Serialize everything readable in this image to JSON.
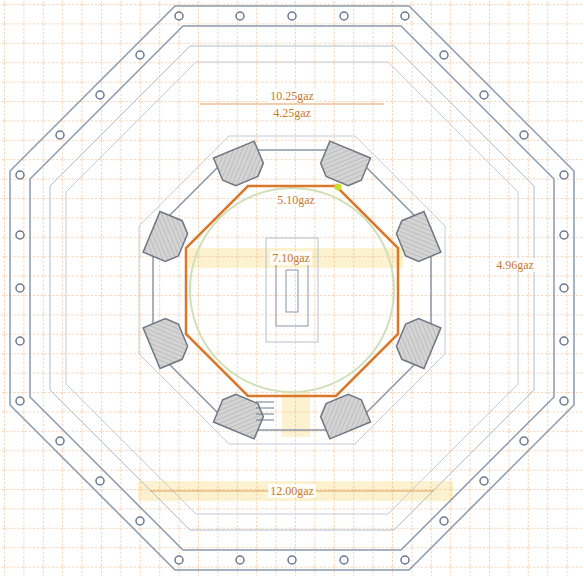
{
  "diagram": {
    "labels": [
      "10.25gaz",
      "4.25gaz",
      "5.10gaz",
      "7.10gaz",
      "4.96gaz",
      "12.00gaz"
    ]
  }
}
